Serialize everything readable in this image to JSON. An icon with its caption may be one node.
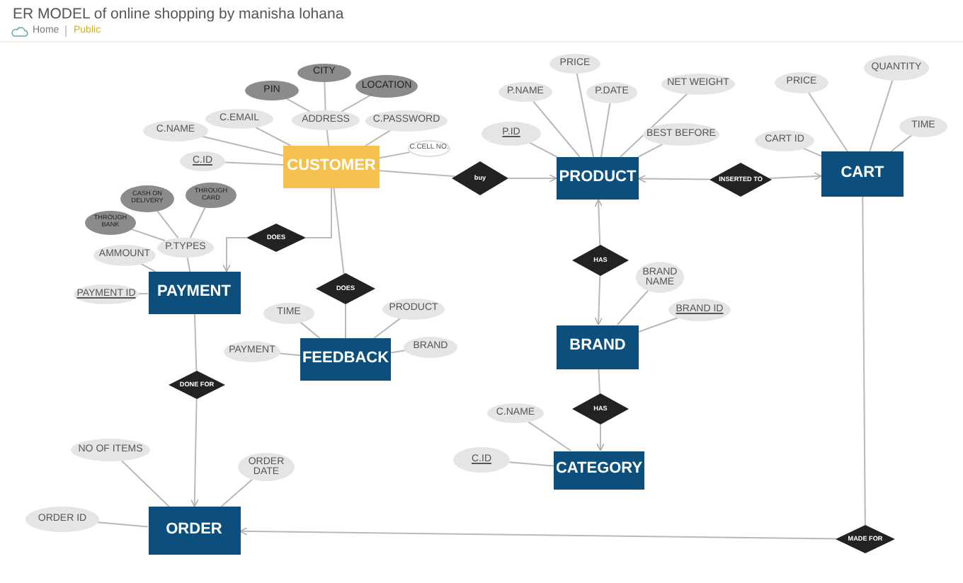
{
  "diagram": {
    "title": "ER MODEL of online shopping by manisha lohana",
    "nodes": [
      {
        "text": [
          "CUSTOMER"
        ]
      },
      {
        "text": [
          "PRODUCT"
        ]
      },
      {
        "text": [
          "CART"
        ]
      },
      {
        "text": [
          "PAYMENT"
        ]
      },
      {
        "text": [
          "FEEDBACK"
        ]
      },
      {
        "text": [
          "BRAND"
        ]
      },
      {
        "text": [
          "CATEGORY"
        ]
      },
      {
        "text": [
          "ORDER"
        ]
      },
      {
        "text": [
          "buy"
        ]
      },
      {
        "text": [
          "INSERTED TO"
        ]
      },
      {
        "text": [
          "DOES"
        ]
      },
      {
        "text": [
          "DOES"
        ]
      },
      {
        "text": [
          "HAS"
        ]
      },
      {
        "text": [
          "HAS"
        ]
      },
      {
        "text": [
          "DONE FOR"
        ]
      },
      {
        "text": [
          "MADE FOR"
        ]
      },
      {
        "text": [
          "CITY"
        ]
      },
      {
        "text": [
          "PIN"
        ]
      },
      {
        "text": [
          "LOCATION"
        ]
      },
      {
        "text": [
          "ADDRESS"
        ]
      },
      {
        "text": [
          "C.EMAIL"
        ]
      },
      {
        "text": [
          "C.PASSWORD"
        ]
      },
      {
        "text": [
          "C.NAME"
        ]
      },
      {
        "text": [
          "C.ID"
        ]
      },
      {
        "text": [
          "C.CELL NO."
        ]
      },
      {
        "text": [
          "CASH ON DELIVERY"
        ]
      },
      {
        "text": [
          "THROUGH CARD"
        ]
      },
      {
        "text": [
          "THROUGH BANK"
        ]
      },
      {
        "text": [
          "P.TYPES"
        ]
      },
      {
        "text": [
          "AMMOUNT"
        ]
      },
      {
        "text": [
          "PAYMENT ID"
        ]
      },
      {
        "text": [
          "TIME"
        ]
      },
      {
        "text": [
          "PRODUCT"
        ]
      },
      {
        "text": [
          "PAYMENT"
        ]
      },
      {
        "text": [
          "BRAND"
        ]
      },
      {
        "text": [
          "PRICE"
        ]
      },
      {
        "text": [
          "P.NAME"
        ]
      },
      {
        "text": [
          "P.DATE"
        ]
      },
      {
        "text": [
          "NET WEIGHT"
        ]
      },
      {
        "text": [
          "P.ID"
        ]
      },
      {
        "text": [
          "BEST BEFORE"
        ]
      },
      {
        "text": [
          "PRICE"
        ]
      },
      {
        "text": [
          "QUANTITY"
        ]
      },
      {
        "text": [
          "CART ID"
        ]
      },
      {
        "text": [
          "TIME"
        ]
      },
      {
        "text": [
          "BRAND NAME"
        ]
      },
      {
        "text": [
          "BRAND ID"
        ]
      },
      {
        "text": [
          "C.NAME"
        ]
      },
      {
        "text": [
          "C.ID"
        ]
      },
      {
        "text": [
          "NO OF ITEMS"
        ]
      },
      {
        "text": [
          "ORDER DATE"
        ]
      },
      {
        "text": [
          "ORDER ID"
        ]
      }
    ],
    "edges": [
      {
        "from": 0,
        "to": 8,
        "arrow": "none"
      },
      {
        "from": 8,
        "to": 1,
        "arrow": "to"
      },
      {
        "from": 9,
        "to": 1,
        "arrow": "to"
      },
      {
        "from": 9,
        "to": 2,
        "arrow": "to"
      },
      {
        "from": 0,
        "to": 10,
        "arrow": "none"
      },
      {
        "from": 10,
        "to": 3,
        "arrow": "to"
      },
      {
        "from": 0,
        "to": 11,
        "arrow": "none"
      },
      {
        "from": 11,
        "to": 4,
        "arrow": "none"
      },
      {
        "from": 12,
        "to": 1,
        "arrow": "to"
      },
      {
        "from": 12,
        "to": 5,
        "arrow": "to"
      },
      {
        "from": 5,
        "to": 13,
        "arrow": "none"
      },
      {
        "from": 13,
        "to": 6,
        "arrow": "to"
      },
      {
        "from": 3,
        "to": 14,
        "arrow": "none"
      },
      {
        "from": 14,
        "to": 7,
        "arrow": "to"
      },
      {
        "from": 2,
        "to": 15,
        "arrow": "none"
      },
      {
        "from": 15,
        "to": 7,
        "arrow": "to"
      },
      {
        "from": 16,
        "to": 19,
        "arrow": "none"
      },
      {
        "from": 17,
        "to": 19,
        "arrow": "none"
      },
      {
        "from": 18,
        "to": 19,
        "arrow": "none"
      },
      {
        "from": 19,
        "to": 0,
        "arrow": "none"
      },
      {
        "from": 20,
        "to": 0,
        "arrow": "none"
      },
      {
        "from": 21,
        "to": 0,
        "arrow": "none"
      },
      {
        "from": 22,
        "to": 0,
        "arrow": "none"
      },
      {
        "from": 23,
        "to": 0,
        "arrow": "none"
      },
      {
        "from": 24,
        "to": 0,
        "arrow": "none"
      },
      {
        "from": 25,
        "to": 28,
        "arrow": "none"
      },
      {
        "from": 26,
        "to": 28,
        "arrow": "none"
      },
      {
        "from": 27,
        "to": 28,
        "arrow": "none"
      },
      {
        "from": 28,
        "to": 3,
        "arrow": "none"
      },
      {
        "from": 29,
        "to": 3,
        "arrow": "none"
      },
      {
        "from": 30,
        "to": 3,
        "arrow": "none"
      },
      {
        "from": 31,
        "to": 4,
        "arrow": "none"
      },
      {
        "from": 32,
        "to": 4,
        "arrow": "none"
      },
      {
        "from": 33,
        "to": 4,
        "arrow": "none"
      },
      {
        "from": 34,
        "to": 4,
        "arrow": "none"
      },
      {
        "from": 35,
        "to": 1,
        "arrow": "none"
      },
      {
        "from": 36,
        "to": 1,
        "arrow": "none"
      },
      {
        "from": 37,
        "to": 1,
        "arrow": "none"
      },
      {
        "from": 38,
        "to": 1,
        "arrow": "none"
      },
      {
        "from": 39,
        "to": 1,
        "arrow": "none"
      },
      {
        "from": 40,
        "to": 1,
        "arrow": "none"
      },
      {
        "from": 41,
        "to": 2,
        "arrow": "none"
      },
      {
        "from": 42,
        "to": 2,
        "arrow": "none"
      },
      {
        "from": 43,
        "to": 2,
        "arrow": "none"
      },
      {
        "from": 44,
        "to": 2,
        "arrow": "none"
      },
      {
        "from": 45,
        "to": 5,
        "arrow": "none"
      },
      {
        "from": 46,
        "to": 5,
        "arrow": "none"
      },
      {
        "from": 47,
        "to": 6,
        "arrow": "none"
      },
      {
        "from": 48,
        "to": 6,
        "arrow": "none"
      },
      {
        "from": 49,
        "to": 7,
        "arrow": "none"
      },
      {
        "from": 50,
        "to": 7,
        "arrow": "none"
      },
      {
        "from": 51,
        "to": 7,
        "arrow": "none"
      }
    ],
    "labels": [
      "Home",
      "Public"
    ]
  }
}
